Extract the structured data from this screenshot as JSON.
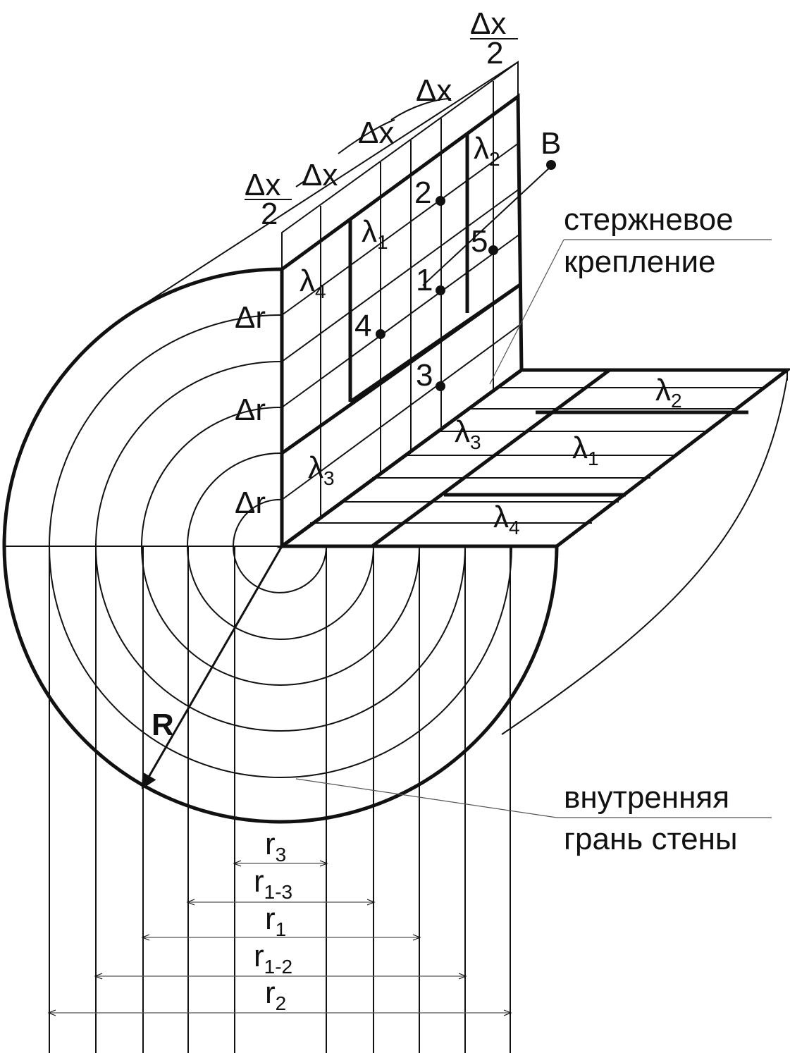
{
  "labels": {
    "dx": "Δx",
    "dx_half_num": "Δx",
    "dx_half_den": "2",
    "dr": "Δr",
    "B": "B",
    "R": "R",
    "lambda": "λ",
    "sub1": "1",
    "sub2": "2",
    "sub3": "3",
    "sub4": "4",
    "pt1": "1",
    "pt2": "2",
    "pt3": "3",
    "pt4": "4",
    "pt5": "5",
    "r_letter": "r",
    "r3_sub": "3",
    "r13_sub": "1-3",
    "r1_sub": "1",
    "r12_sub": "1-2",
    "r2_sub": "2",
    "rod_line1": "стержневое",
    "rod_line2": "крепление",
    "wall_line1": "внутренняя",
    "wall_line2": "грань стены"
  }
}
